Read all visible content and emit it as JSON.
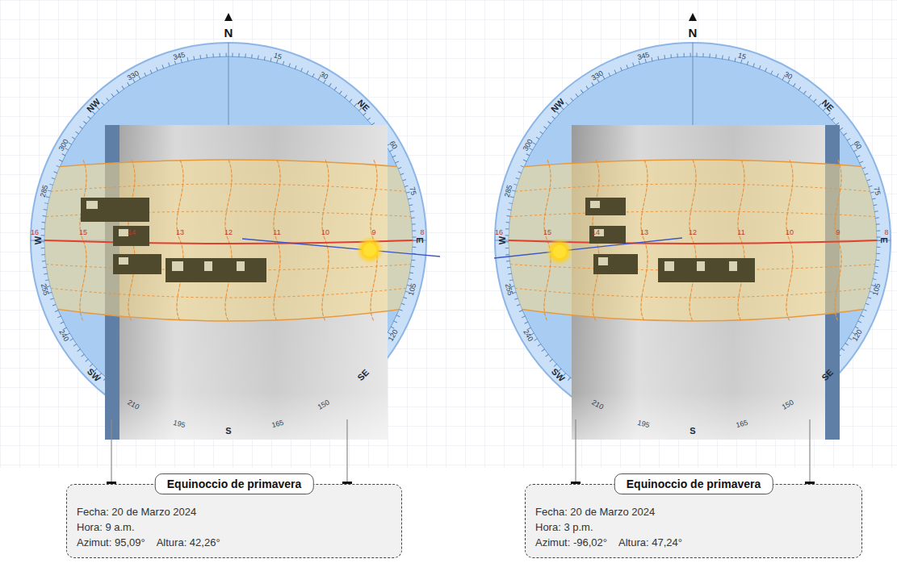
{
  "diagram": {
    "nodes": [
      {
        "text": [
          "Equinoccio de primavera",
          "Fecha: 20 de Marzo 2024",
          "Hora: 9 a.m.",
          "Azimut: 95,09°",
          "Altura: 42,26°"
        ]
      },
      {
        "text": [
          "Equinoccio de primavera",
          "Fecha: 20 de Marzo 2024",
          "Hora: 3 p.m.",
          "Azimut: -96,02°",
          "Altura: 47,24°"
        ]
      }
    ],
    "labels": [
      "N",
      "15",
      "30",
      "NE",
      "60",
      "75",
      "E",
      "105",
      "120",
      "SE",
      "150",
      "165",
      "S",
      "195",
      "210",
      "SW",
      "240",
      "255",
      "W",
      "285",
      "300",
      "NW",
      "330",
      "345",
      "16",
      "15",
      "14",
      "13",
      "12",
      "11",
      "10",
      "9",
      "8",
      "N",
      "15",
      "30",
      "NE",
      "60",
      "75",
      "E",
      "105",
      "120",
      "SE",
      "150",
      "165",
      "S",
      "195",
      "210",
      "SW",
      "240",
      "255",
      "W",
      "285",
      "300",
      "NW",
      "330",
      "345",
      "16",
      "15",
      "14",
      "13",
      "12",
      "11",
      "10",
      "9",
      "8"
    ]
  }
}
